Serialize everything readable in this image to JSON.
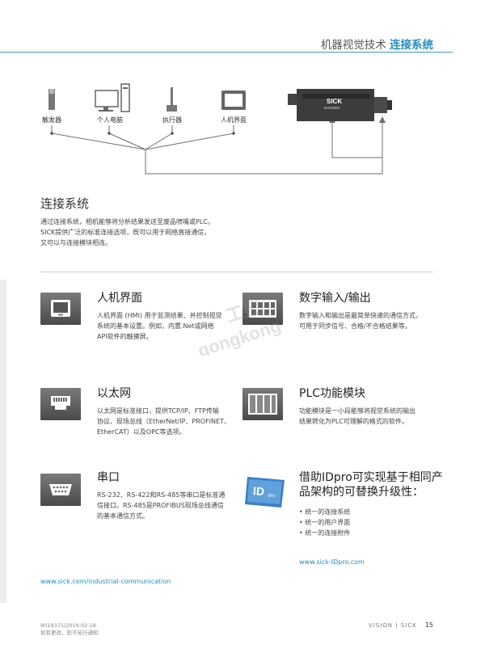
{
  "header": {
    "title_prefix": "机器视觉技术",
    "title_accent": "连接系统"
  },
  "devices": [
    {
      "name": "trigger",
      "label": "触发器"
    },
    {
      "name": "pc",
      "label": "个人电脑"
    },
    {
      "name": "actuator",
      "label": "执行器"
    },
    {
      "name": "hmi",
      "label": "人机界面"
    }
  ],
  "camera": {
    "brand": "SICK",
    "model": "RANGER"
  },
  "intro": {
    "title": "连接系统",
    "lines": [
      "通过连接系统，相机能够将分析结果发送至废品喷嘴或PLC。",
      "SICK提供广泛的标准连接选项，既可以用于网络直接通信，",
      "又可以与连接模块相连。"
    ]
  },
  "features": {
    "hmi": {
      "title": "人机界面",
      "lines": [
        "人机界面 (HMI) 用于监测结果、并控制视觉",
        "系统的基本设置。例如，内置.Net或网络",
        "API软件的触摸屏。"
      ]
    },
    "dio": {
      "title": "数字输入/输出",
      "lines": [
        "数字输入和输出是最简单快速的通信方式，",
        "可用于同步信号、合格/不合格结果等。"
      ]
    },
    "ethernet": {
      "title": "以太网",
      "lines": [
        "以太网是标准接口，提供TCP/IP、FTP传输",
        "协议、现场总线（EtherNet/IP、PROFINET、",
        "EtherCAT）以及OPC等选项。"
      ]
    },
    "plc": {
      "title": "PLC功能模块",
      "lines": [
        "功能模块是一小段能够将视觉系统的输出",
        "结果转化为PLC可理解的格式的软件。"
      ]
    },
    "serial": {
      "title": "串口",
      "lines": [
        "RS-232、RS-422和RS-485等串口是标准通",
        "信接口。RS-485是PROFIBUS现场总线通信",
        "的基本通信方式。"
      ]
    },
    "idpro": {
      "title_lines": [
        "借助IDpro可实现基于相同产",
        "品架构的可替换升级性："
      ],
      "bullets": [
        "统一的连接系统",
        "统一的用户界面",
        "统一的连接附件"
      ],
      "link": "www.sick-IDpro.com"
    }
  },
  "links": {
    "industrial": "www.sick.com/industrial-communication"
  },
  "footer": {
    "doc_id": "8019371/2019-02-18",
    "notice": "如有更改，恕不另行通知",
    "brand": "VISION | SICK",
    "page": "15"
  },
  "watermark": {
    "line1": "工控",
    "line2": "gongkong"
  },
  "colors": {
    "accent": "#1f8ec2",
    "tile": "#5a5a5a",
    "line": "#6e6e6e"
  }
}
